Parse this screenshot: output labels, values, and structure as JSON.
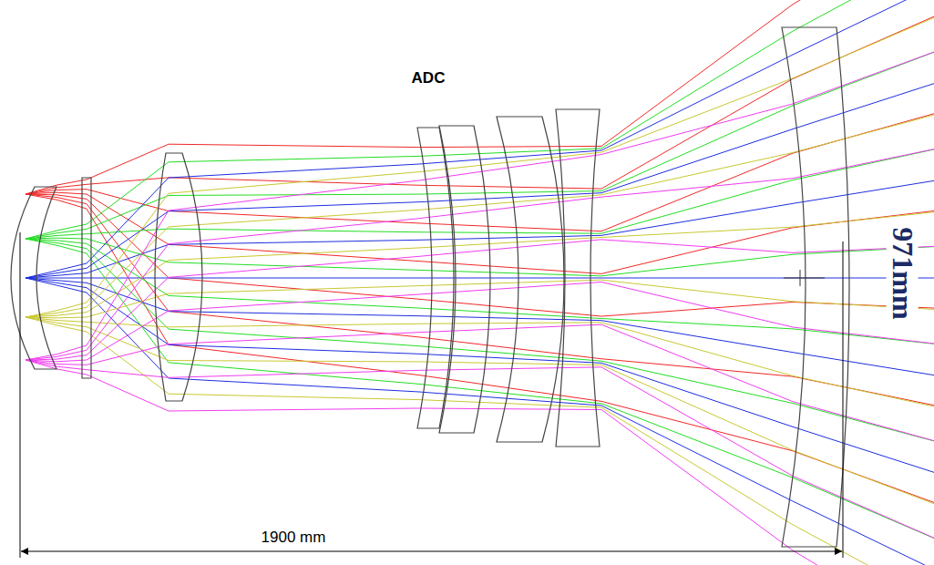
{
  "diagram": {
    "labels": [
      "ADC",
      "1900 mm",
      "971mm"
    ]
  }
}
